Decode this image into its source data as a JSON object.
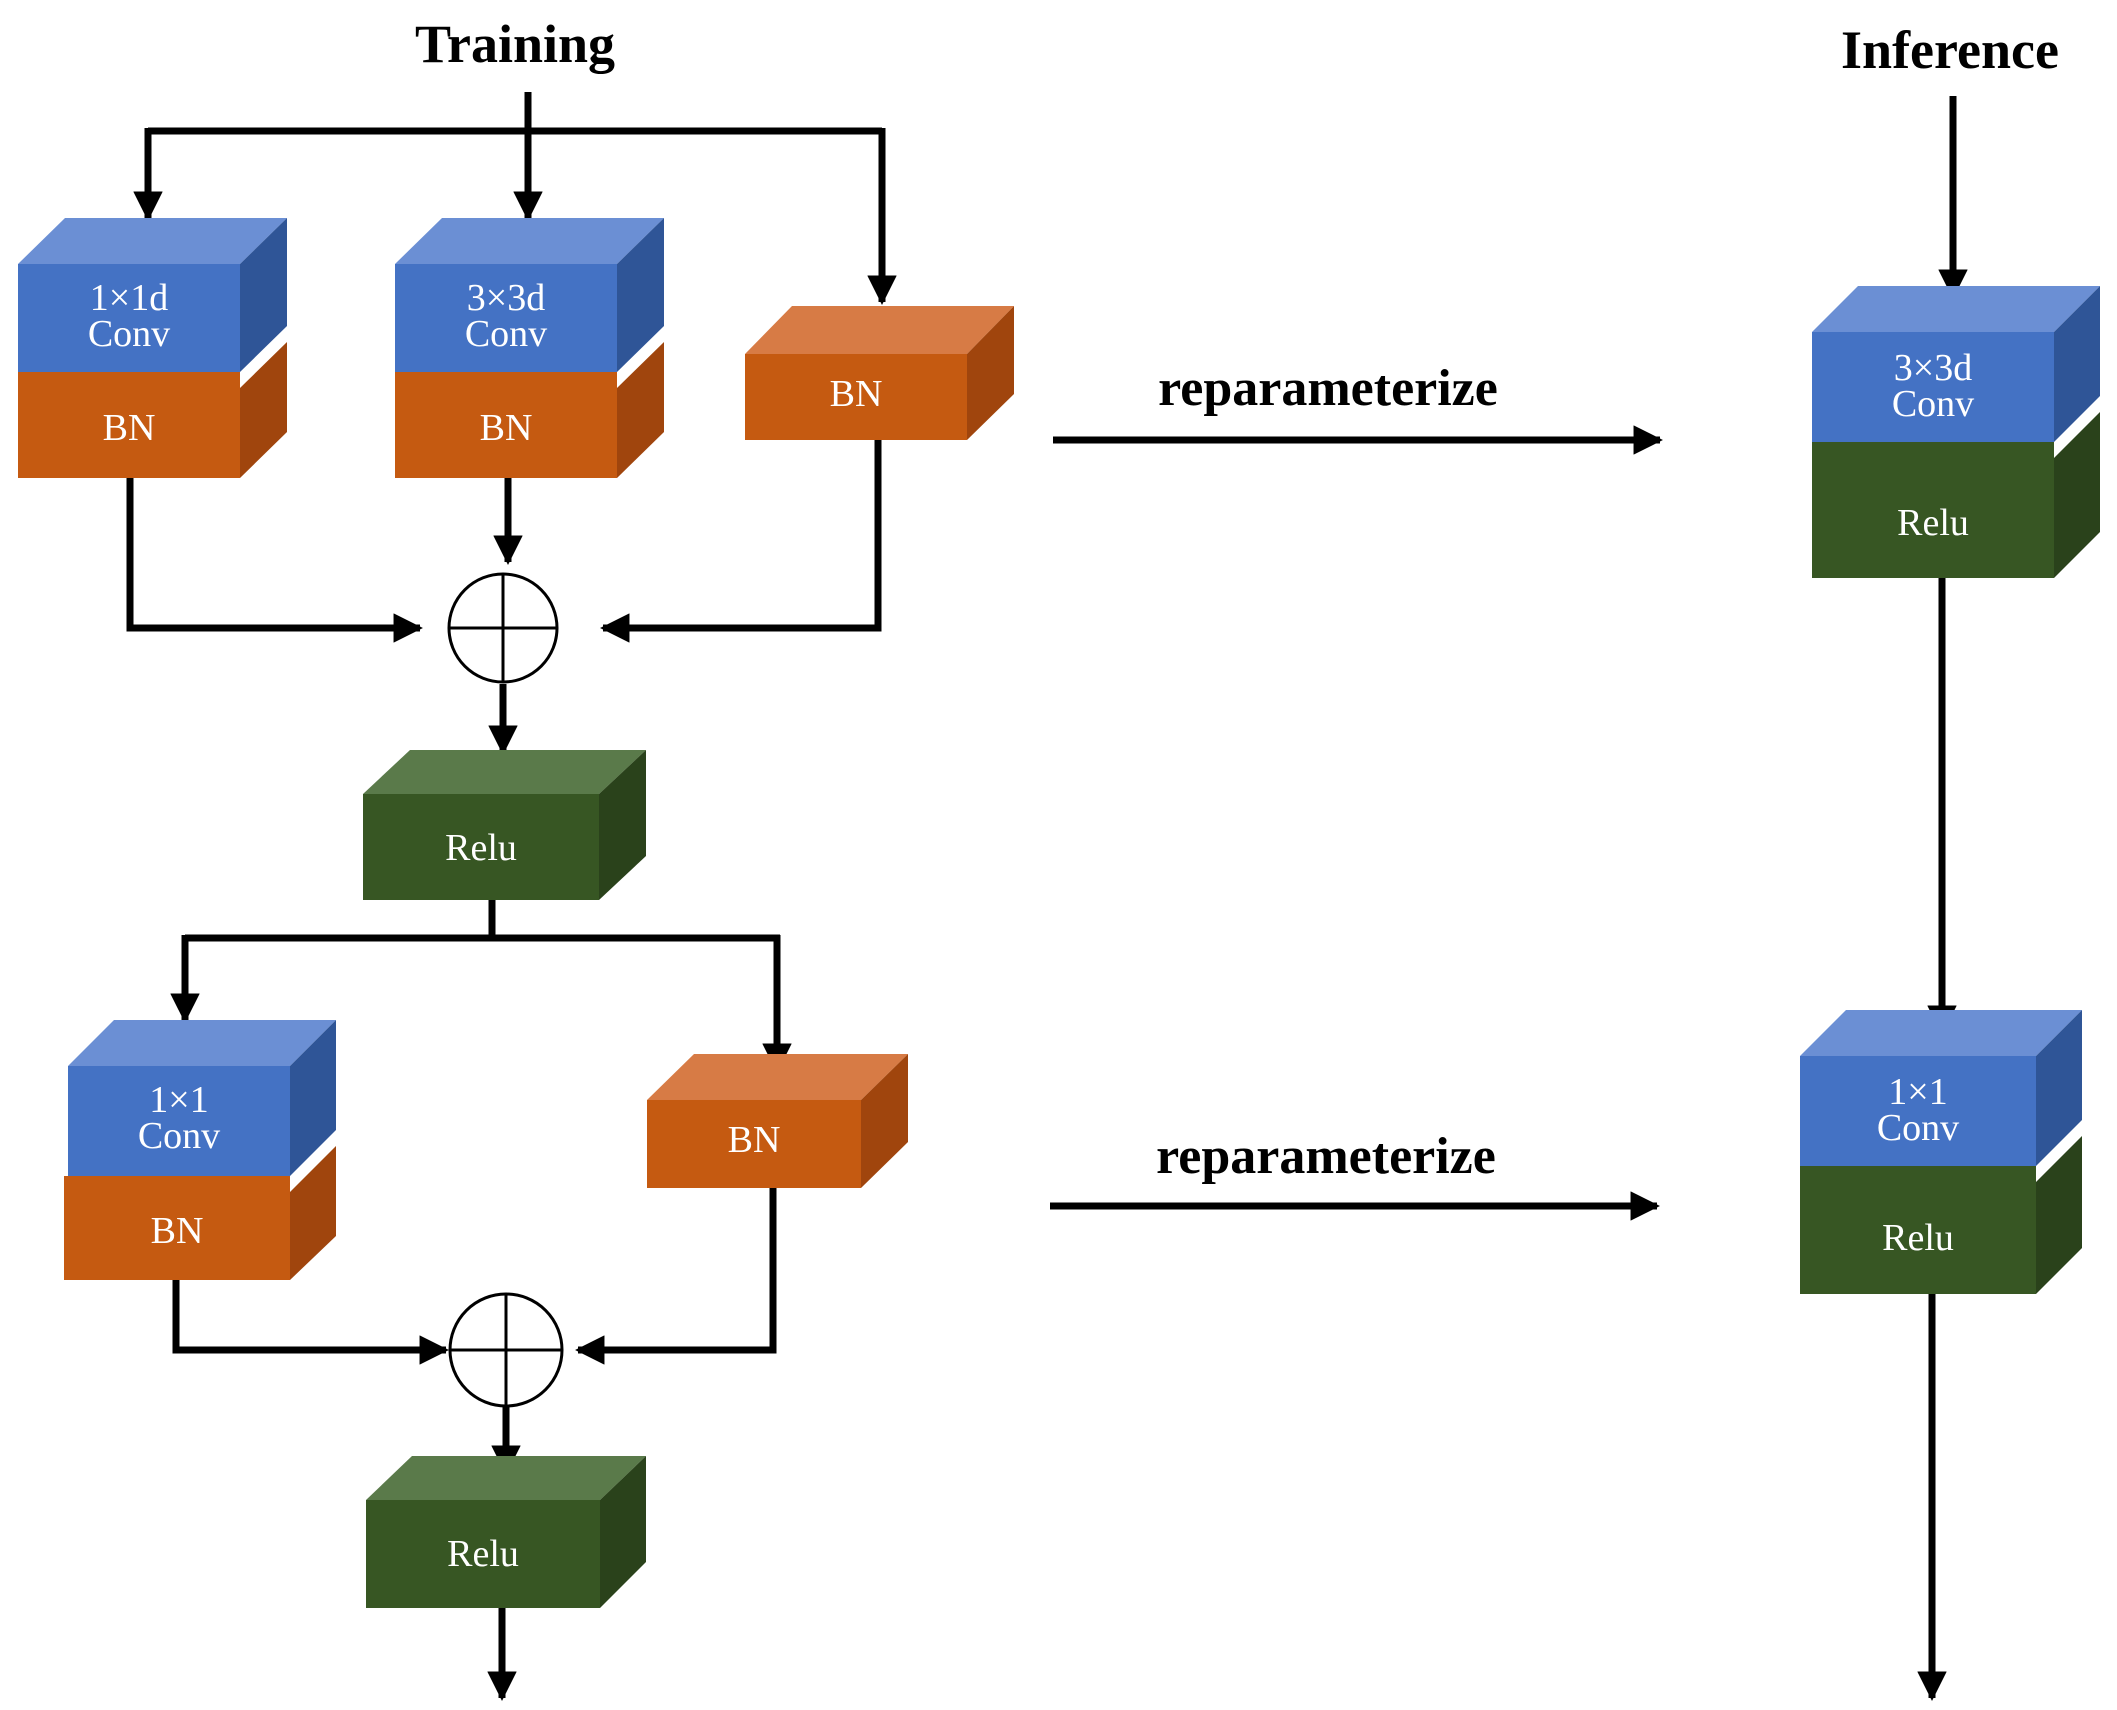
{
  "titles": {
    "training": "Training",
    "inference": "Inference"
  },
  "reparam_label": "reparameterize",
  "colors": {
    "conv": "#4472c4",
    "conv_top": "#6b8fd4",
    "conv_side": "#2f5597",
    "bn": "#c55a11",
    "bn_top": "#d77b45",
    "bn_side": "#a0450d",
    "relu": "#375623",
    "relu_top": "#5a7a4a",
    "relu_side": "#2a421b",
    "line": "#000000"
  },
  "blocks": {
    "t_conv1x1d": {
      "line1": "1×1d",
      "line2": "Conv"
    },
    "t_bn_a": {
      "text": "BN"
    },
    "t_conv3x3d": {
      "line1": "3×3d",
      "line2": "Conv"
    },
    "t_bn_b": {
      "text": "BN"
    },
    "t_bn_c": {
      "text": "BN"
    },
    "t_relu_1": {
      "text": "Relu"
    },
    "t_conv1x1": {
      "line1": "1×1",
      "line2": "Conv"
    },
    "t_bn_d": {
      "text": "BN"
    },
    "t_bn_e": {
      "text": "BN"
    },
    "t_relu_2": {
      "text": "Relu"
    },
    "i_conv3x3d": {
      "line1": "3×3d",
      "line2": "Conv"
    },
    "i_relu_1": {
      "text": "Relu"
    },
    "i_conv1x1": {
      "line1": "1×1",
      "line2": "Conv"
    },
    "i_relu_2": {
      "text": "Relu"
    }
  }
}
